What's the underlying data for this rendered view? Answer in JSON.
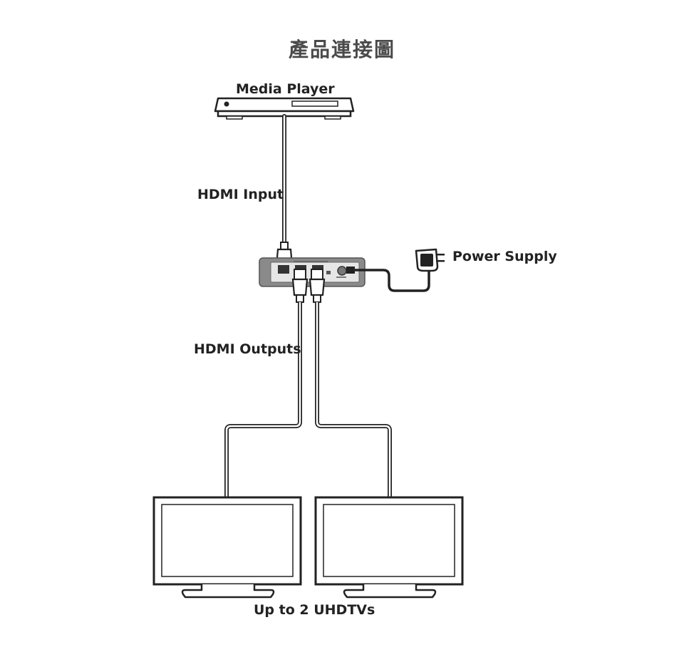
{
  "title": "產品連接圖",
  "labels": {
    "media_player": "Media Player",
    "hdmi_input": "HDMI Input",
    "power_supply": "Power Supply",
    "hdmi_outputs": "HDMI Outputs",
    "displays": "Up to 2 UHDTVs"
  },
  "colors": {
    "line": "#222222",
    "device_body": "#d6d6d6",
    "splitter_outer": "#8a8a8a",
    "splitter_panel": "#e6e6e6",
    "background": "#ffffff"
  }
}
